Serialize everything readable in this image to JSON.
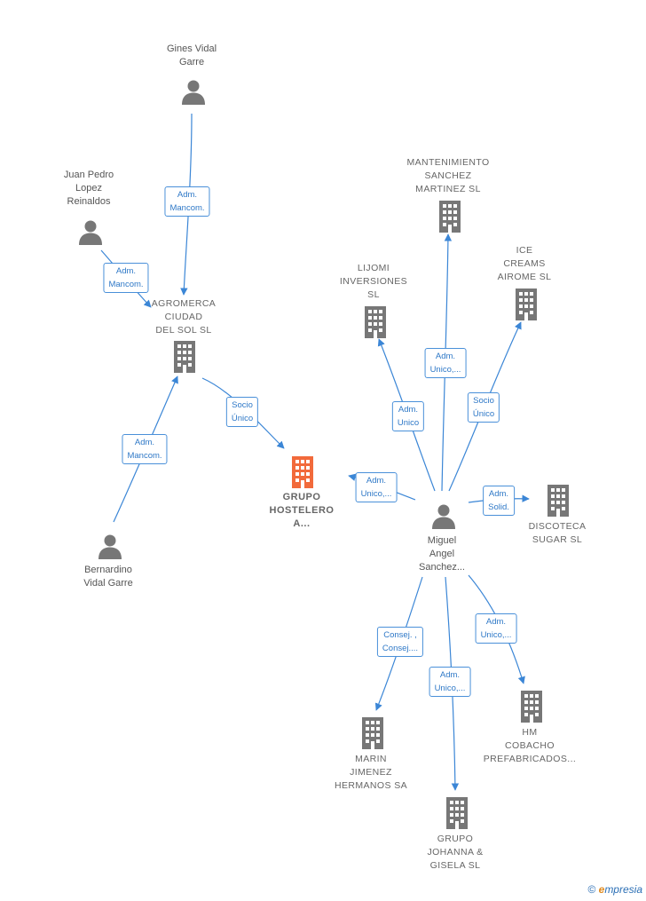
{
  "nodes": {
    "gines": {
      "label": "Gines Vidal\nGarre",
      "icon": "person-icon"
    },
    "juan": {
      "label": "Juan Pedro\nLopez\nReinaldos",
      "icon": "person-icon"
    },
    "agromerca": {
      "label": "AGROMERCA\nCIUDAD\nDEL SOL  SL",
      "icon": "building-icon"
    },
    "bernardino": {
      "label": "Bernardino\nVidal Garre",
      "icon": "person-icon"
    },
    "grupo_hostelero": {
      "label": "GRUPO\nHOSTELERO\nA...",
      "icon": "building-icon"
    },
    "mantenimiento": {
      "label": "MANTENIMIENTO\nSANCHEZ\nMARTINEZ  SL",
      "icon": "building-icon"
    },
    "lijomi": {
      "label": "LIJOMI\nINVERSIONES\nSL",
      "icon": "building-icon"
    },
    "ice": {
      "label": "ICE\nCREAMS\nAIROME  SL",
      "icon": "building-icon"
    },
    "miguel": {
      "label": "Miguel\nAngel\nSanchez...",
      "icon": "person-icon"
    },
    "discoteca": {
      "label": "DISCOTECA\nSUGAR  SL",
      "icon": "building-icon"
    },
    "hm": {
      "label": "HM\nCOBACHO\nPREFABRICADOS...",
      "icon": "building-icon"
    },
    "marin": {
      "label": "MARIN\nJIMENEZ\nHERMANOS SA",
      "icon": "building-icon"
    },
    "johanna": {
      "label": "GRUPO\nJOHANNA &\nGISELA  SL",
      "icon": "building-icon"
    }
  },
  "edges": {
    "gines_agromerca": "Adm.\nMancom.",
    "juan_agromerca": "Adm.\nMancom.",
    "bernardino_agromerca": "Adm.\nMancom.",
    "agromerca_hostelero": "Socio\nÚnico",
    "miguel_hostelero": "Adm.\nUnico,...",
    "miguel_mantenimiento": "Adm.\nUnico,...",
    "miguel_lijomi": "Adm.\nUnico",
    "miguel_ice": "Socio\nÚnico",
    "miguel_discoteca": "Adm.\nSolid.",
    "miguel_hm": "Adm.\nUnico,...",
    "miguel_marin": "Consej. ,\nConsej....",
    "miguel_johanna": "Adm.\nUnico,..."
  },
  "colors": {
    "edge": "#3b86d6",
    "icon_gray": "#777777",
    "focus_orange": "#f26a3b"
  },
  "footer": {
    "copyright": "©",
    "brand_e": "e",
    "brand_rest": "mpresia"
  }
}
